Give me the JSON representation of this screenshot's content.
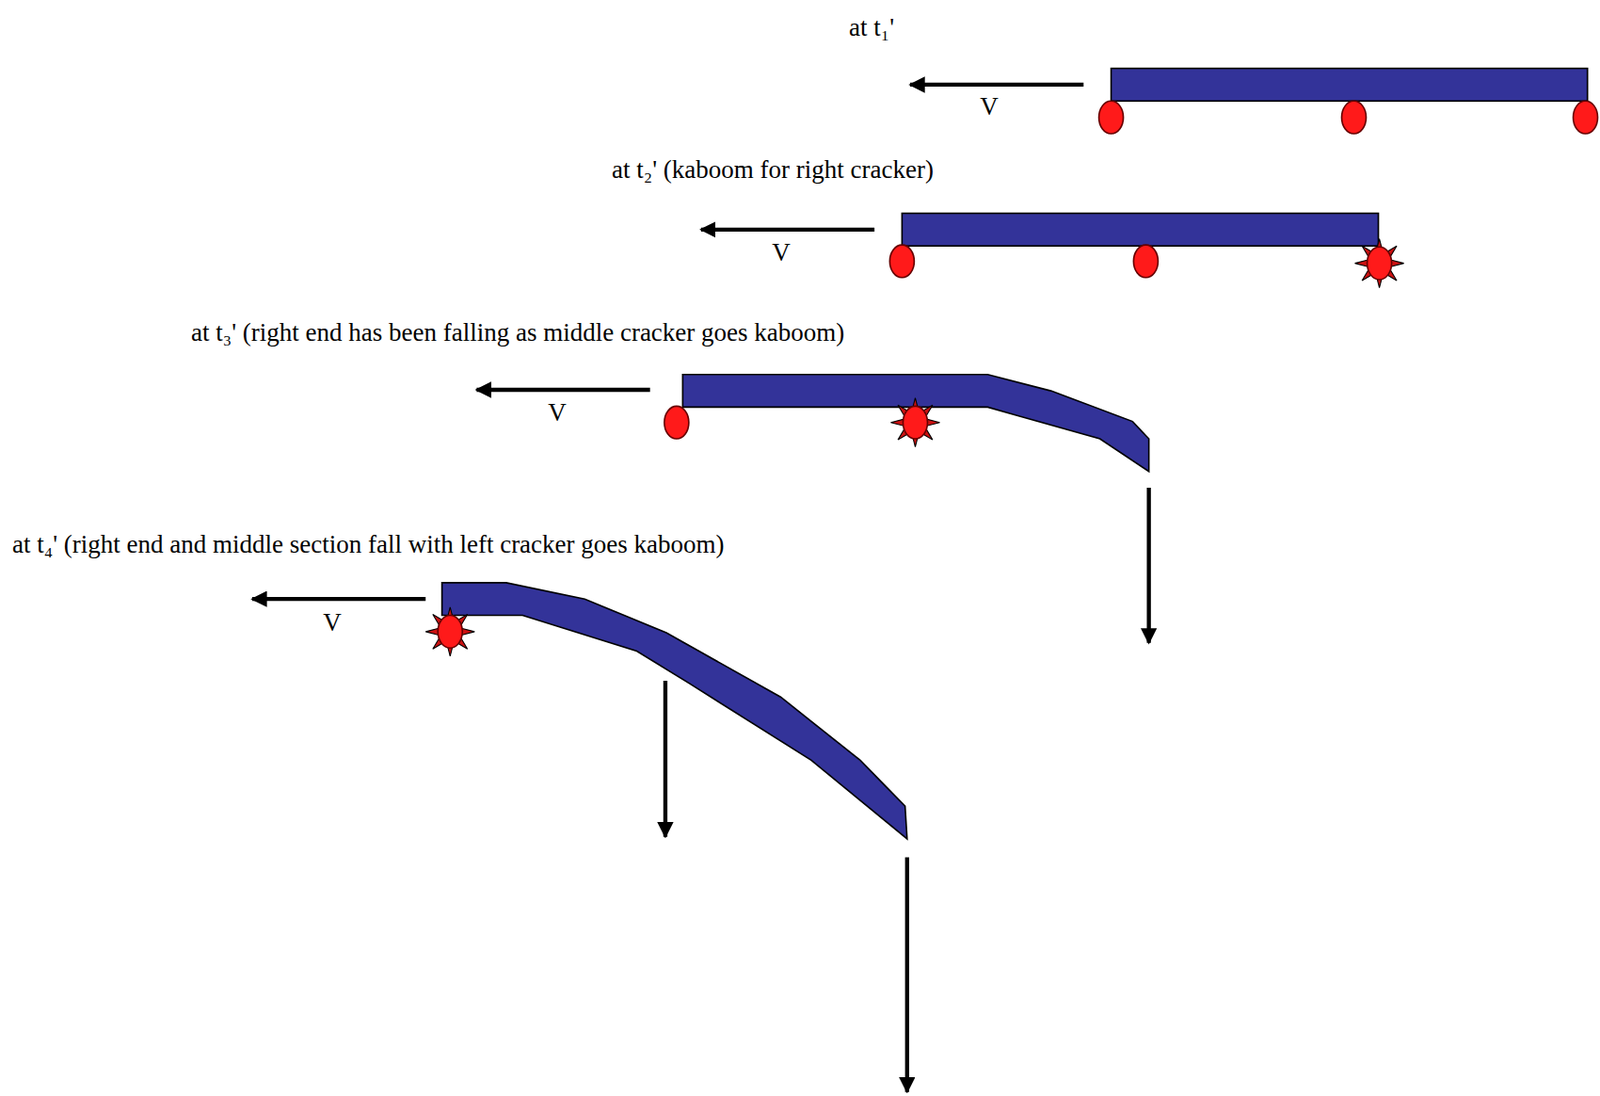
{
  "diagram": {
    "labels": [
      "at t₁'",
      "V",
      "at t₂' (kaboom for right cracker)",
      "V",
      "at t₃' (right end has been falling as middle cracker goes kaboom)",
      "V",
      "at t₄' (right end and middle section fall with left cracker goes kaboom)",
      "V"
    ]
  }
}
